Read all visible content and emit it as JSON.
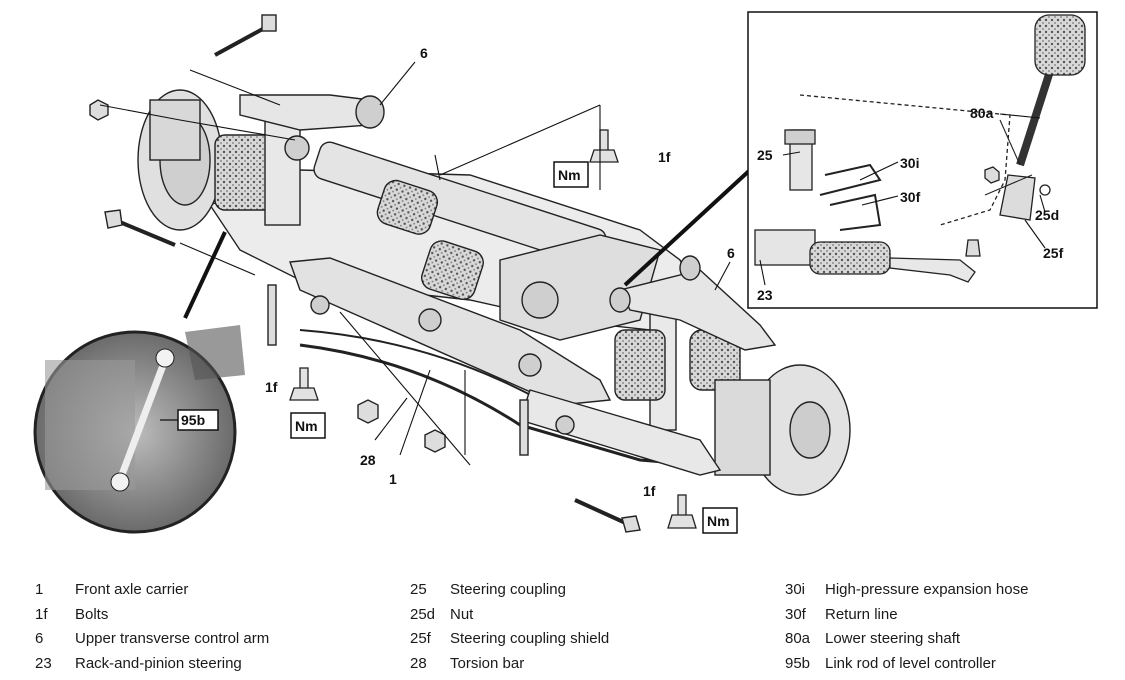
{
  "diagram": {
    "labels": {
      "l6_top": "6",
      "l6_right": "6",
      "l1f_top": "1f",
      "l1f_left": "1f",
      "l1f_bottom": "1f",
      "l95b": "95b",
      "l28": "28",
      "l1": "1",
      "l25": "25",
      "l30i": "30i",
      "l30f": "30f",
      "l80a": "80a",
      "l25d": "25d",
      "l25f": "25f",
      "l23": "23"
    },
    "nm_label": "Nm"
  },
  "legend": {
    "columns": [
      [
        {
          "code": "1",
          "text": "Front axle carrier"
        },
        {
          "code": "1f",
          "text": "Bolts"
        },
        {
          "code": "6",
          "text": "Upper transverse control arm"
        },
        {
          "code": "23",
          "text": "Rack-and-pinion steering"
        }
      ],
      [
        {
          "code": "25",
          "text": "Steering coupling"
        },
        {
          "code": "25d",
          "text": "Nut"
        },
        {
          "code": "25f",
          "text": "Steering coupling shield"
        },
        {
          "code": "28",
          "text": "Torsion bar"
        }
      ],
      [
        {
          "code": "30i",
          "text": "High-pressure expansion hose"
        },
        {
          "code": "30f",
          "text": "Return line"
        },
        {
          "code": "80a",
          "text": "Lower steering shaft"
        },
        {
          "code": "95b",
          "text": "Link rod of level controller"
        }
      ]
    ]
  }
}
